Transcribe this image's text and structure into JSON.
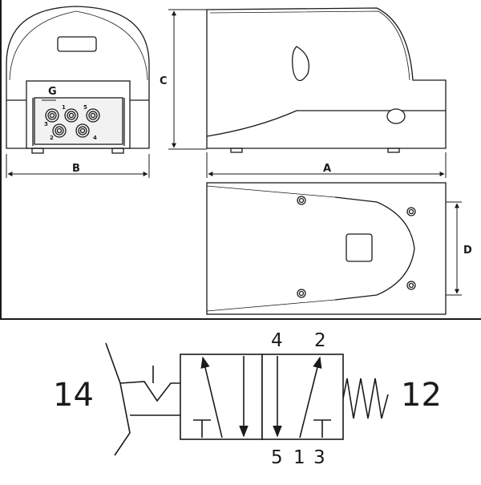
{
  "dimensions": {
    "A": "A",
    "B": "B",
    "C": "C",
    "D": "D",
    "G": "G"
  },
  "front_port_numbers": [
    "3",
    "1",
    "5",
    "2",
    "4"
  ],
  "symbol": {
    "pilot_left": "14",
    "spring_right": "12",
    "top_ports": [
      "4",
      "2"
    ],
    "bottom_ports": [
      "5",
      "1",
      "3"
    ]
  },
  "colors": {
    "line": "#1a1a1a",
    "body_fill": "#ffffff",
    "inner_panel": "#f2f2f2"
  }
}
